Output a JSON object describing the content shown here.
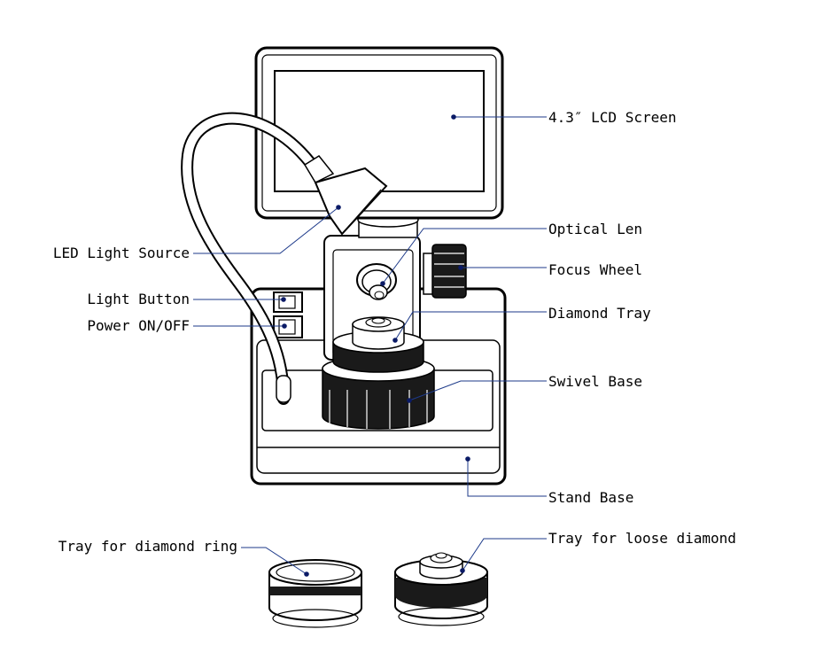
{
  "labels": {
    "lcd_screen": "4.3″ LCD Screen",
    "optical_len": "Optical Len",
    "focus_wheel": "Focus Wheel",
    "diamond_tray": "Diamond Tray",
    "swivel_base": "Swivel Base",
    "stand_base": "Stand Base",
    "led_light_source": "LED Light Source",
    "light_button": "Light Button",
    "power_on_off": "Power ON/OFF",
    "tray_diamond_ring": "Tray for diamond ring",
    "tray_loose_diamond": "Tray for loose diamond"
  },
  "colors": {
    "outline": "#000000",
    "leader": "#1d3a8a",
    "dot": "#0a1a66",
    "dark_fill": "#1a1a1a"
  }
}
